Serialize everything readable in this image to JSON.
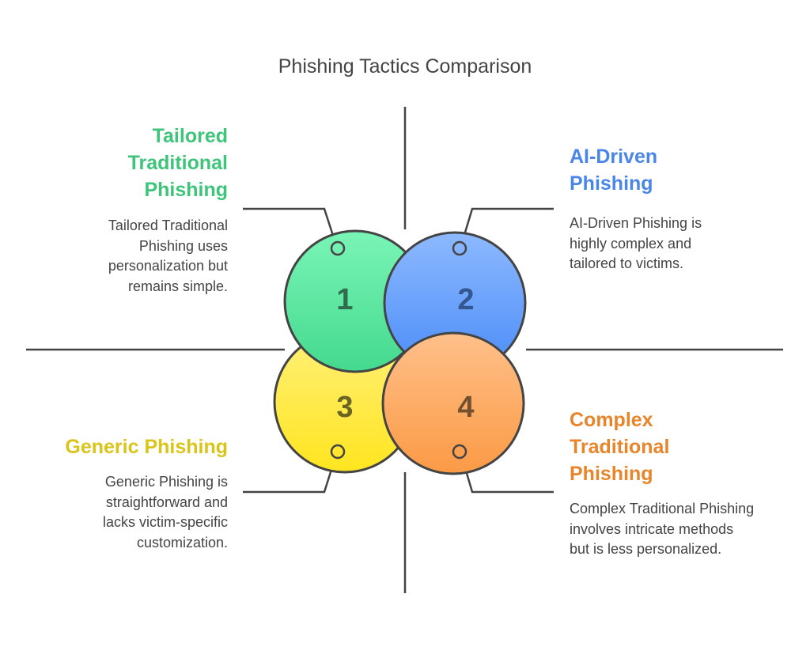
{
  "title": "Phishing Tactics Comparison",
  "colors": {
    "green": "#3ec57a",
    "blue": "#4a86e8",
    "yellow": "#d9c51a",
    "orange": "#e8852a",
    "line": "#444444"
  },
  "quadrants": [
    {
      "number": "1",
      "heading": "Tailored Traditional Phishing",
      "description": "Tailored Traditional Phishing uses personalization but remains simple."
    },
    {
      "number": "2",
      "heading": "AI-Driven Phishing",
      "description": "AI-Driven Phishing is highly complex and tailored to victims."
    },
    {
      "number": "3",
      "heading": "Generic Phishing",
      "description": "Generic Phishing is straightforward and lacks victim-specific customization."
    },
    {
      "number": "4",
      "heading": "Complex Traditional Phishing",
      "description": "Complex Traditional Phishing involves intricate methods but is less personalized."
    }
  ]
}
